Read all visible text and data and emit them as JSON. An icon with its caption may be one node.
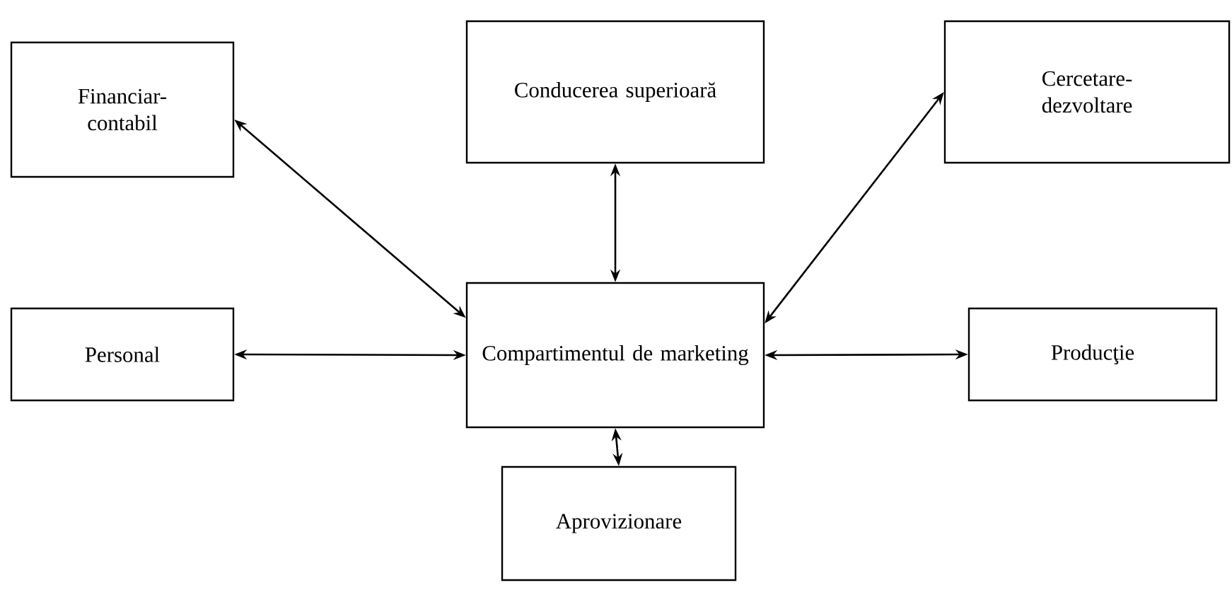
{
  "diagram": {
    "nodes": [
      {
        "text": [
          "Financiar-contabil"
        ]
      },
      {
        "text": [
          "Conducerea superioară"
        ]
      },
      {
        "text": [
          "Cercetare-dezvoltare"
        ]
      },
      {
        "text": [
          "Personal"
        ]
      },
      {
        "text": [
          "Compartimentul de marketing"
        ]
      },
      {
        "text": [
          "Producţie"
        ]
      },
      {
        "text": [
          "Aprovizionare"
        ]
      }
    ],
    "edges": [
      {
        "from": 4,
        "to": 0,
        "arrow": "both"
      },
      {
        "from": 4,
        "to": 1,
        "arrow": "both"
      },
      {
        "from": 4,
        "to": 2,
        "arrow": "both"
      },
      {
        "from": 4,
        "to": 3,
        "arrow": "both"
      },
      {
        "from": 4,
        "to": 5,
        "arrow": "both"
      },
      {
        "from": 4,
        "to": 6,
        "arrow": "both"
      }
    ]
  }
}
